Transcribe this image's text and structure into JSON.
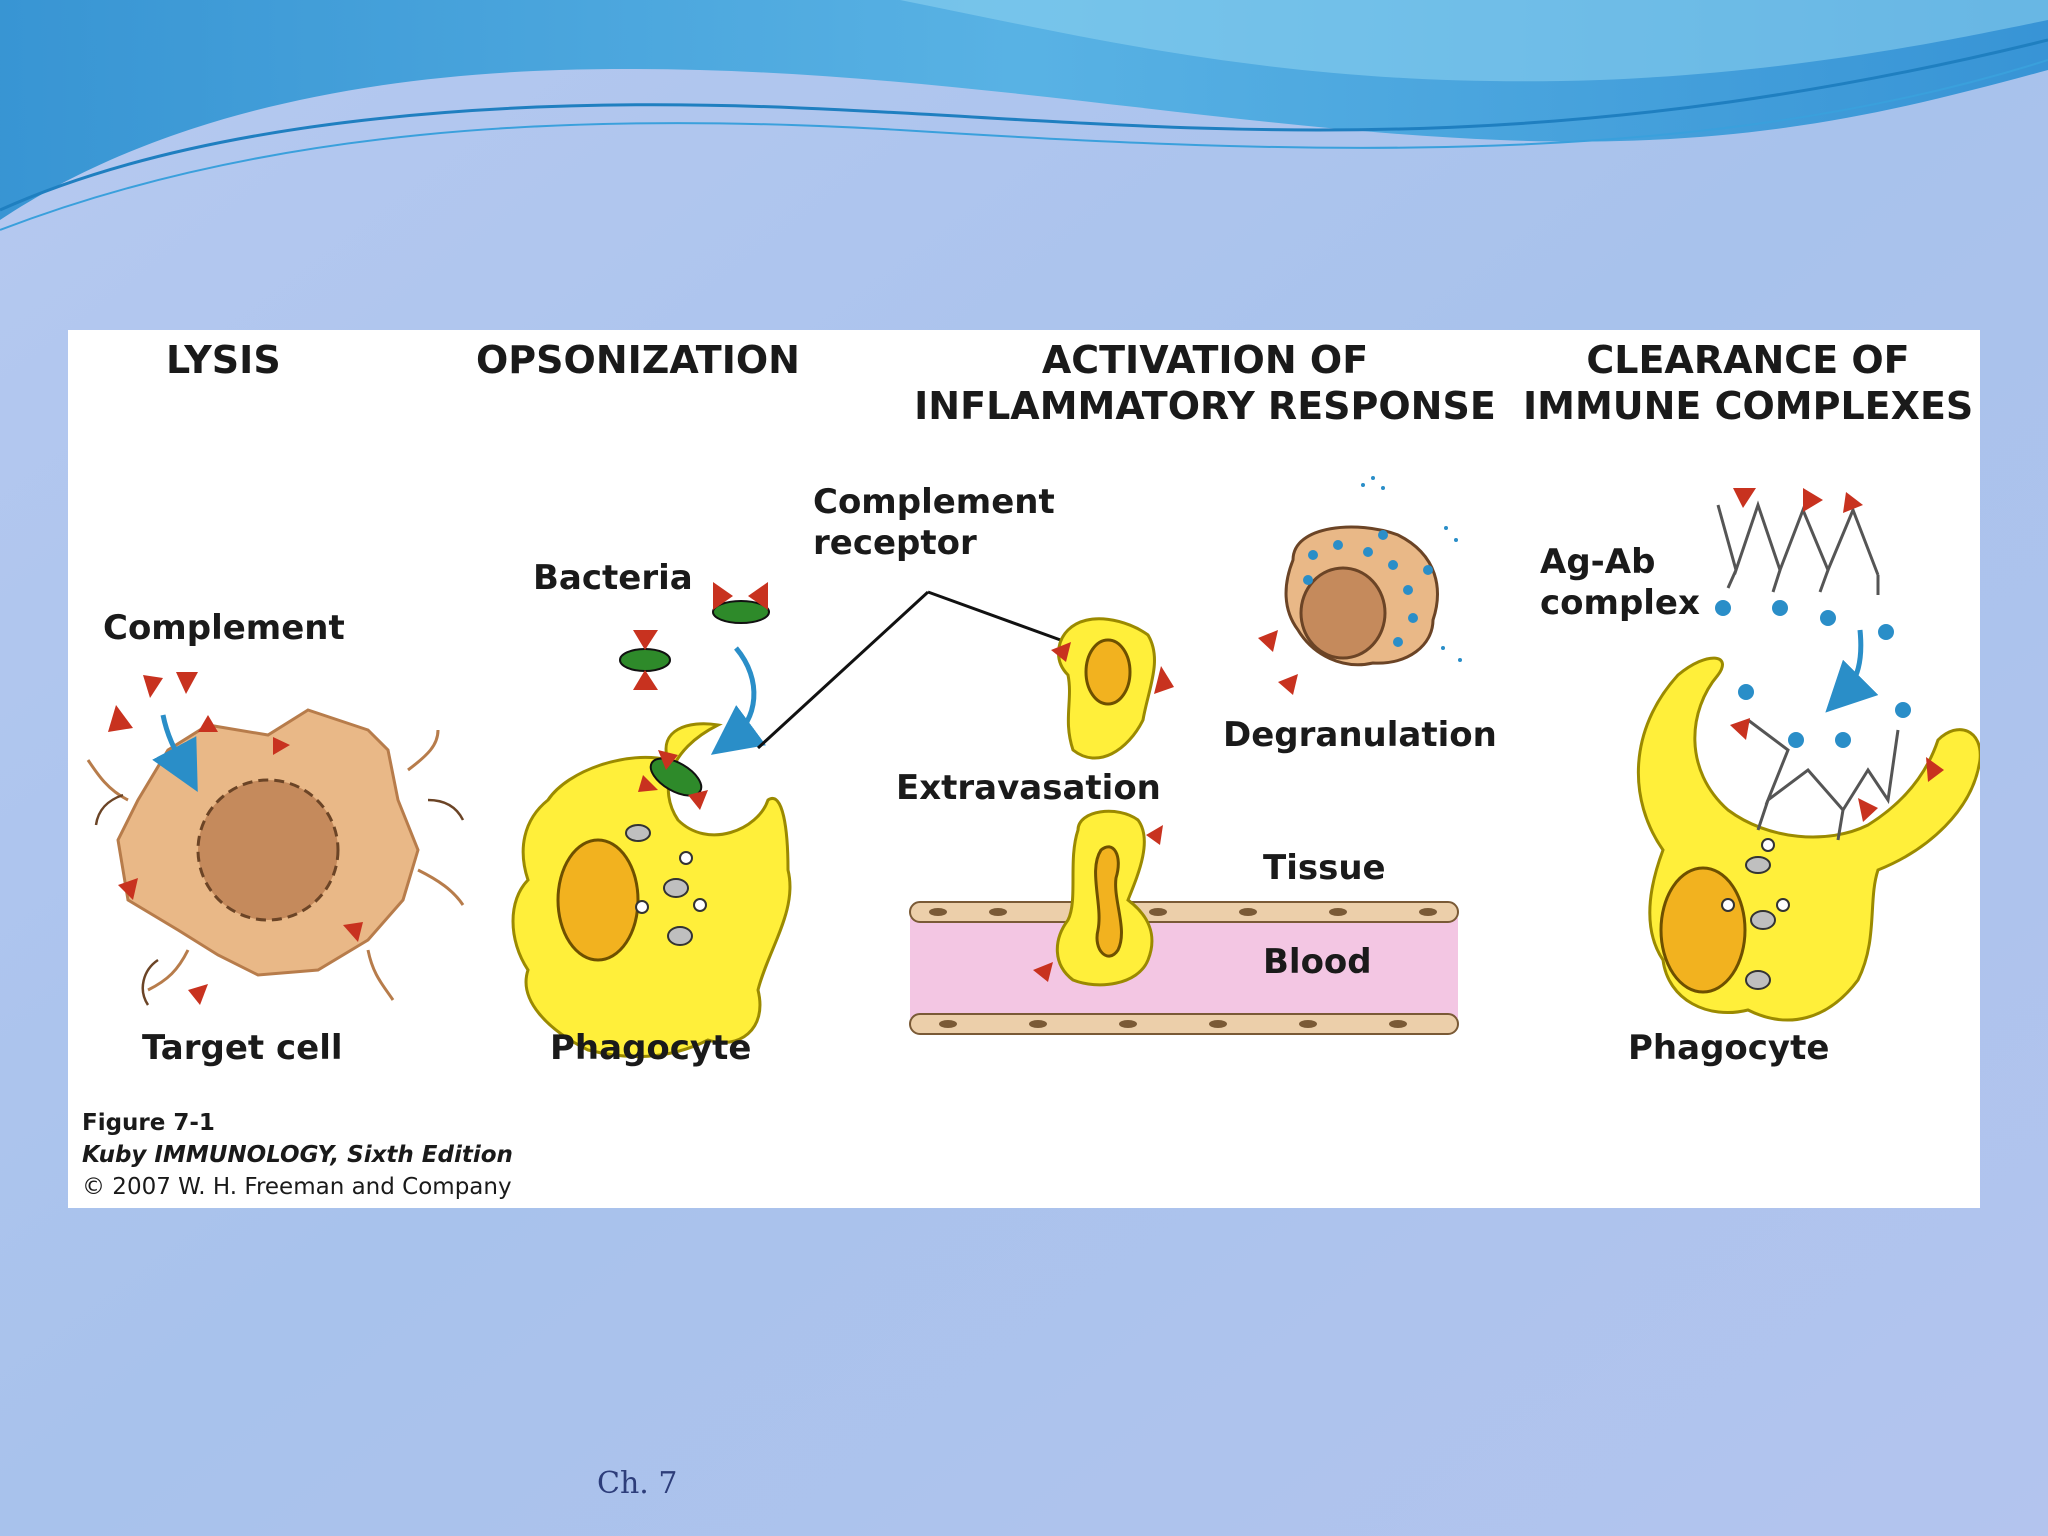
{
  "headers": {
    "lysis": "LYSIS",
    "opsonization": "OPSONIZATION",
    "activation_line1": "ACTIVATION OF",
    "activation_line2": "INFLAMMATORY RESPONSE",
    "clearance_line1": "CLEARANCE OF",
    "clearance_line2": "IMMUNE COMPLEXES"
  },
  "labels": {
    "complement": "Complement",
    "target_cell": "Target cell",
    "bacteria": "Bacteria",
    "phagocyte_left": "Phagocyte",
    "complement_receptor_line1": "Complement",
    "complement_receptor_line2": "receptor",
    "degranulation": "Degranulation",
    "extravasation": "Extravasation",
    "tissue": "Tissue",
    "blood": "Blood",
    "ag_ab_line1": "Ag-Ab",
    "ag_ab_line2": "complex",
    "phagocyte_right": "Phagocyte"
  },
  "caption": {
    "figure": "Figure 7-1",
    "book": "Kuby IMMUNOLOGY, Sixth Edition",
    "copyright": "© 2007 W. H. Freeman and Company"
  },
  "footer": "Ch. 7",
  "colors": {
    "phagocyte": "#ffef3a",
    "nucleus": "#f2b21f",
    "target_cell": "#e9b887",
    "complement": "#c8321f",
    "bacteria": "#2e8a2a",
    "arrow": "#2a8ec8",
    "blood": "#f3c6e3",
    "endothelium": "#eccfaa"
  }
}
